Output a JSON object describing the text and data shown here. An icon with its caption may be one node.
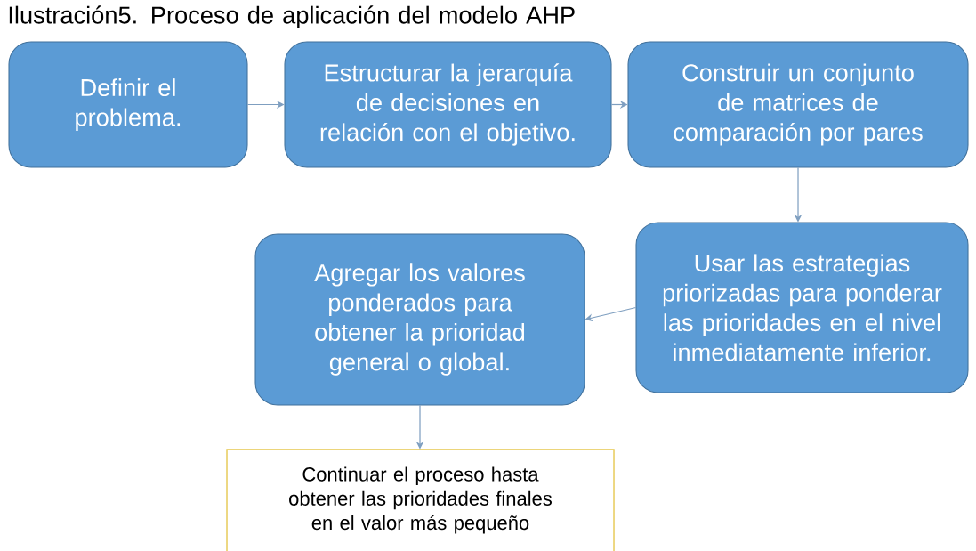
{
  "diagram": {
    "title": "Ilustración5. Proceso de aplicación del modelo AHP",
    "nodes": [
      {
        "text": [
          "Definir el problema."
        ]
      },
      {
        "text": [
          "Estructurar la jerarquía de decisiones en relación con el objetivo."
        ]
      },
      {
        "text": [
          "Construir un conjunto de matrices de comparación por pares"
        ]
      },
      {
        "text": [
          "Usar las estrategias priorizadas para ponderar las prioridades en el nivel inmediatamente inferior."
        ]
      },
      {
        "text": [
          "Agregar los valores ponderados para obtener la prioridad general o global."
        ]
      },
      {
        "text": [
          "Continuar el proceso hasta obtener las prioridades finales en el valor más pequeño"
        ]
      }
    ],
    "edges": [
      {
        "from": 0,
        "to": 1,
        "arrow": "to"
      },
      {
        "from": 1,
        "to": 2,
        "arrow": "to"
      },
      {
        "from": 2,
        "to": 3,
        "arrow": "to"
      },
      {
        "from": 3,
        "to": 4,
        "arrow": "to"
      },
      {
        "from": 4,
        "to": 5,
        "arrow": "to"
      }
    ]
  }
}
